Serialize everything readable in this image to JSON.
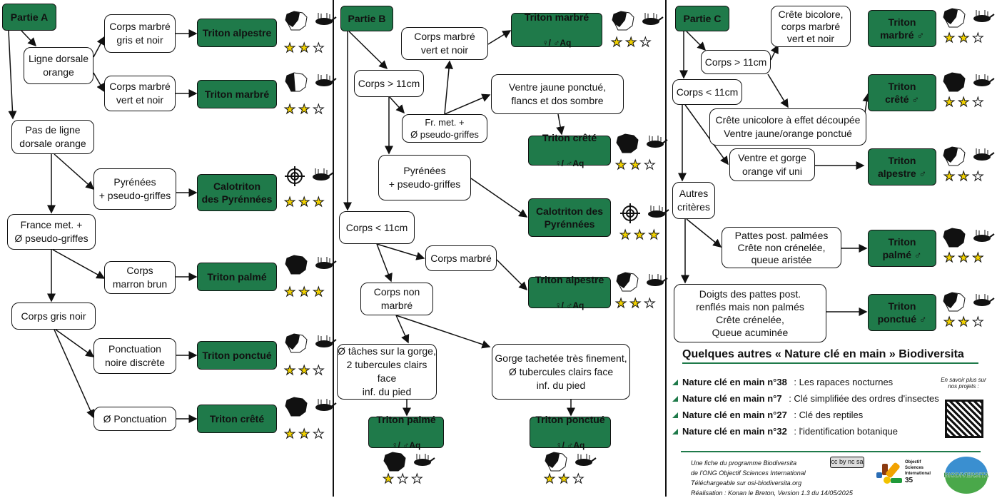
{
  "colors": {
    "accent": "#1f7a4a",
    "star": "#f2d200"
  },
  "partA": {
    "title": "Partie A",
    "n1": "Ligne dorsale\norange",
    "n2": "Corps marbré\ngris et noir",
    "n3": "Corps marbré\nvert et noir",
    "n4": "Pas de ligne\ndorsale orange",
    "n5": "Pyrénées\n+ pseudo-griffes",
    "n6": "France met. +\nØ pseudo-griffes",
    "n7": "Corps\nmarron brun",
    "n8": "Corps gris noir",
    "n9": "Ponctuation\nnoire discrète",
    "n10": "Ø Ponctuation",
    "species": [
      {
        "name": "Triton alpestre",
        "stars": 2,
        "map": "partial"
      },
      {
        "name": "Triton marbré",
        "stars": 2,
        "map": "west"
      },
      {
        "name": "Calotriton\ndes Pyrénnées",
        "stars": 3,
        "map": "target"
      },
      {
        "name": "Triton palmé",
        "stars": 3,
        "map": "full"
      },
      {
        "name": "Triton ponctué",
        "stars": 2,
        "map": "partial"
      },
      {
        "name": "Triton crêté",
        "stars": 2,
        "map": "full"
      }
    ]
  },
  "partB": {
    "title": "Partie B",
    "n1": "Corps marbré\nvert et noir",
    "n2": "Corps > 11cm",
    "n3": "Ventre jaune ponctué,\nflancs et dos sombre",
    "n4": "Fr. met. +\nØ pseudo-griffes",
    "n5": "Pyrénées\n+ pseudo-griffes",
    "n6": "Corps < 11cm",
    "n7": "Corps marbré",
    "n8": "Corps non\nmarbré",
    "n9": "Ø  tâches sur la gorge,\n2 tubercules clairs face\ninf. du pied",
    "n10": "Gorge tachetée très finement,\nØ  tubercules clairs face\ninf. du pied",
    "sex": "♀/ ♂Aq",
    "species": [
      {
        "name": "Triton marbré",
        "stars": 2,
        "sex": true
      },
      {
        "name": "Triton crêté",
        "stars": 2,
        "sex": true
      },
      {
        "name": "Calotriton des\nPyrénnées",
        "stars": 3,
        "sex": false
      },
      {
        "name": "Triton alpestre",
        "stars": 2,
        "sex": true
      },
      {
        "name": "Triton palmé",
        "stars": 1,
        "sex": true
      },
      {
        "name": "Triton ponctué",
        "stars": 2,
        "sex": true
      }
    ]
  },
  "partC": {
    "title": "Partie C",
    "n1": "Crête bicolore,\ncorps marbré\nvert et noir",
    "n2": "Corps > 11cm",
    "n3": "Corps < 11cm",
    "n4": "Crête unicolore à effet découpée\nVentre jaune/orange ponctué",
    "n5": "Ventre et gorge\norange vif uni",
    "n6": "Autres\ncritères",
    "n7": "Pattes post. palmées\nCrête non crénelée,\nqueue aristée",
    "n8": "Doigts des pattes post.\nrenflés mais non palmés\nCrête crénelée,\nQueue acuminée",
    "species": [
      {
        "name": "Triton\nmarbré ♂",
        "stars": 2
      },
      {
        "name": "Triton\ncrêté ♂",
        "stars": 2
      },
      {
        "name": "Triton\nalpestre ♂",
        "stars": 2
      },
      {
        "name": "Triton\npalmé ♂",
        "stars": 3
      },
      {
        "name": "Triton\nponctué ♂",
        "stars": 2
      }
    ]
  },
  "others": {
    "title": "Quelques autres « Nature clé en main » Biodiversita",
    "items": [
      {
        "bold": "Nature clé en main n°38",
        "text": " : Les rapaces nocturnes"
      },
      {
        "bold": "Nature clé en main n°7",
        "text": " : Clé simplifiée des ordres d'insectes"
      },
      {
        "bold": "Nature clé en main n°27",
        "text": " : Clé des reptiles"
      },
      {
        "bold": "Nature clé en main n°32",
        "text": " : l'identification botanique"
      }
    ],
    "more": "En savoir plus sur\nnos projets :"
  },
  "footer": {
    "text": "Une fiche du programme Biodiversita\nde l'ONG Objectif Sciences International\nTéléchargeable sur osi-biodiversita.org\nRéalisation : Konan le Breton, Version 1.3 du 14/05/2025",
    "osi": "Objectif\nSciences\nInternational",
    "osi_num": "35",
    "biodiversita": "BIODIVERSITA",
    "cc": "cc by nc sa"
  }
}
